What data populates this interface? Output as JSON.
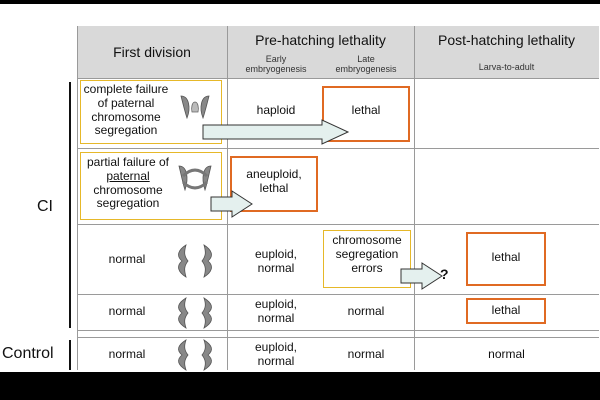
{
  "headers": {
    "first_division": "First division",
    "pre_hatching": "Pre-hatching lethality",
    "post_hatching": "Post-hatching lethality",
    "early_embryo": "Early\nembryogenesis",
    "late_embryo": "Late\nembryogenesis",
    "larva_adult": "Larva-to-adult"
  },
  "groups": {
    "ci": "CI",
    "control": "Control"
  },
  "rows": [
    {
      "first_division": "complete failure of paternal chromosome segregation",
      "early": "haploid",
      "late": "lethal",
      "post": ""
    },
    {
      "first_division_pre": "partial failure of ",
      "first_division_underlined": "paternal",
      "first_division_post": " chromosome segregation",
      "early": "aneuploid,\nlethal",
      "late": "",
      "post": ""
    },
    {
      "first_division": "normal",
      "early": "euploid,\nnormal",
      "late": "chromosome segregation errors",
      "post": "lethal",
      "question": "?"
    },
    {
      "first_division": "normal",
      "early": "euploid,\nnormal",
      "late": "normal",
      "post": "lethal"
    },
    {
      "first_division": "normal",
      "early": "euploid,\nnormal",
      "late": "normal",
      "post": "normal"
    }
  ],
  "colors": {
    "yellow_box": "#e6b829",
    "orange_box": "#e06a23",
    "arrow_fill": "#e4f0ee",
    "header_bg": "#d9d9d9"
  }
}
